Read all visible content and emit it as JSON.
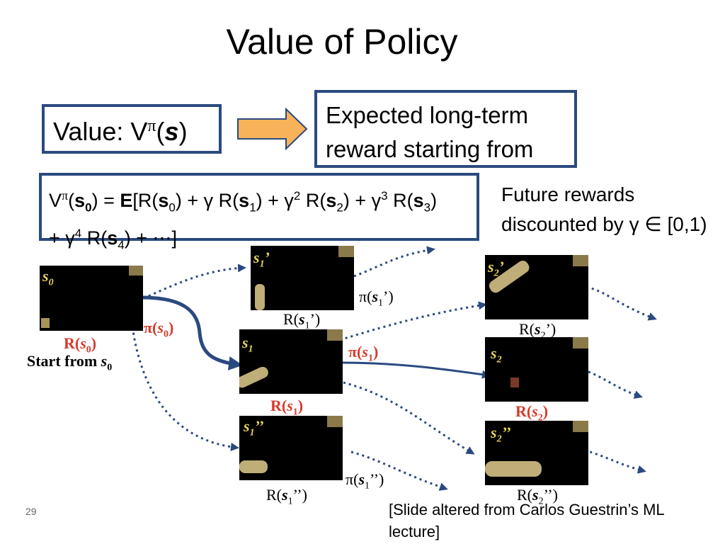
{
  "title": "Value of Policy",
  "value_box": {
    "prefix": "Value: V",
    "pi": "π",
    "open": "(",
    "s": "s",
    "close": ")"
  },
  "expected_box": {
    "line1": "Expected long-term",
    "line2": "reward starting from"
  },
  "formula": {
    "t1": "V",
    "t2": "π",
    "t3": "(",
    "t4": "s",
    "t5": "0",
    "t6": ") = ",
    "t7": "E",
    "t8": "[R(",
    "t9": "s",
    "t10": "0",
    "t11": ") + γ R(",
    "t12": "s",
    "t13": "1",
    "t14": ") + γ",
    "t15": "2",
    "t16": " R(",
    "t17": "s",
    "t18": "2",
    "t19": ") + γ",
    "t20": "3",
    "t21": " R(",
    "t22": "s",
    "t23": "3",
    "t24": ")",
    "u1": "+ γ",
    "u2": "4",
    "u3": " R(",
    "u4": "s",
    "u5": "4",
    "u6": ") + ⋯]"
  },
  "future": {
    "line1": "Future rewards",
    "line2": "discounted by γ ∈ [0,1)"
  },
  "states": {
    "s0": {
      "s": "s",
      "sub": "0"
    },
    "s1p": {
      "s": "s",
      "sub": "1",
      "mark": "’"
    },
    "s1": {
      "s": "s",
      "sub": "1"
    },
    "s1pp": {
      "s": "s",
      "sub": "1",
      "mark": "’’"
    },
    "s2p": {
      "s": "s",
      "sub": "2",
      "mark": "’"
    },
    "s2": {
      "s": "s",
      "sub": "2"
    },
    "s2pp": {
      "s": "s",
      "sub": "2",
      "mark": "’’"
    }
  },
  "labels": {
    "r_s0": {
      "a": "R(",
      "s": "s",
      "sub": "0",
      "b": ")"
    },
    "start": {
      "a": "Start from ",
      "s": "s",
      "sub": "0"
    },
    "pi_s0": {
      "a": "π(",
      "s": "s",
      "sub": "0",
      "b": ")"
    },
    "r_s1p": {
      "a": "R(",
      "s": "s",
      "sub": "1",
      "b": "’)"
    },
    "pi_s1p": {
      "a": "π(",
      "s": "s",
      "sub": "1",
      "b": "’)"
    },
    "pi_s1": {
      "a": "π(",
      "s": "s",
      "sub": "1",
      "b": ")"
    },
    "r_s1": {
      "a": "R(",
      "s": "s",
      "sub": "1",
      "b": ")"
    },
    "pi_s1pp": {
      "a": "π(",
      "s": "s",
      "sub": "1",
      "b": "’’)"
    },
    "r_s1pp": {
      "a": "R(",
      "s": "s",
      "sub": "1",
      "b": "’’)"
    },
    "r_s2p": {
      "a": "R(",
      "s": "s",
      "sub": "2",
      "b": "’)"
    },
    "r_s2": {
      "a": "R(",
      "s": "s",
      "sub": "2",
      "b": ")"
    },
    "r_s2pp": {
      "a": "R(",
      "s": "s",
      "sub": "2",
      "b": "’’)"
    }
  },
  "page_number": "29",
  "credit": "[Slide altered from Carlos Guestrin’s ML lecture]",
  "colors": {
    "box_border": "#2a4a7f",
    "arrow_fill": "#f7b25a",
    "red_label": "#d63a2a",
    "state_tag": "#e6d35a",
    "edge": "#2a4a7f"
  }
}
